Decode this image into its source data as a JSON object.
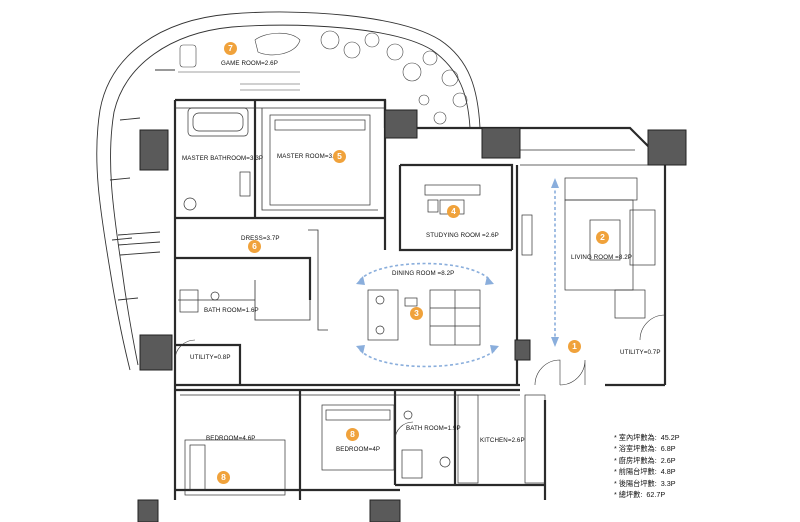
{
  "rooms": {
    "game_room": {
      "label": "GAME ROOM=2.6P",
      "num": "7"
    },
    "master_bathroom": {
      "label": "MASTER BATHROOM=3.3P"
    },
    "master_room": {
      "label": "MASTER ROOM=3.4P",
      "num": "5"
    },
    "studying_room": {
      "label": "STUDYING ROOM =2.6P",
      "num": "4"
    },
    "living_room": {
      "label": "LIVING ROOM =8.2P",
      "num": "2"
    },
    "dress": {
      "label": "DRESS=3.7P",
      "num": "6"
    },
    "dining_room": {
      "label": "DINING ROOM =8.2P",
      "num": "3"
    },
    "bath_room_1": {
      "label": "BATH ROOM=1.6P"
    },
    "utility_1": {
      "label": "UTILITY=0.8P"
    },
    "utility_2": {
      "label": "UTILITY=0.7P"
    },
    "entrance": {
      "num": "1"
    },
    "bedroom_1": {
      "label": "BEDROOM=4.6P",
      "num": "8"
    },
    "bedroom_2": {
      "label": "BEDROOM=4P",
      "num": "8"
    },
    "bath_room_2": {
      "label": "BATH ROOM=1.9P"
    },
    "kitchen": {
      "label": "KITCHEN=2.6P"
    }
  },
  "area_summary": [
    {
      "label": "* 室內坪數為:",
      "value": "45.2P"
    },
    {
      "label": "* 浴室坪數為:",
      "value": "6.8P"
    },
    {
      "label": "* 廚房坪數為:",
      "value": "2.6P"
    },
    {
      "label": "* 前陽台坪數:",
      "value": "4.8P"
    },
    {
      "label": "* 後陽台坪數:",
      "value": "3.3P"
    },
    {
      "label": "*      總坪數:",
      "value": "62.7P"
    }
  ],
  "colors": {
    "marker": "#f0a23b",
    "arrow": "#8aaedc",
    "column": "#5a5a5a",
    "line": "#2a2a2a"
  }
}
